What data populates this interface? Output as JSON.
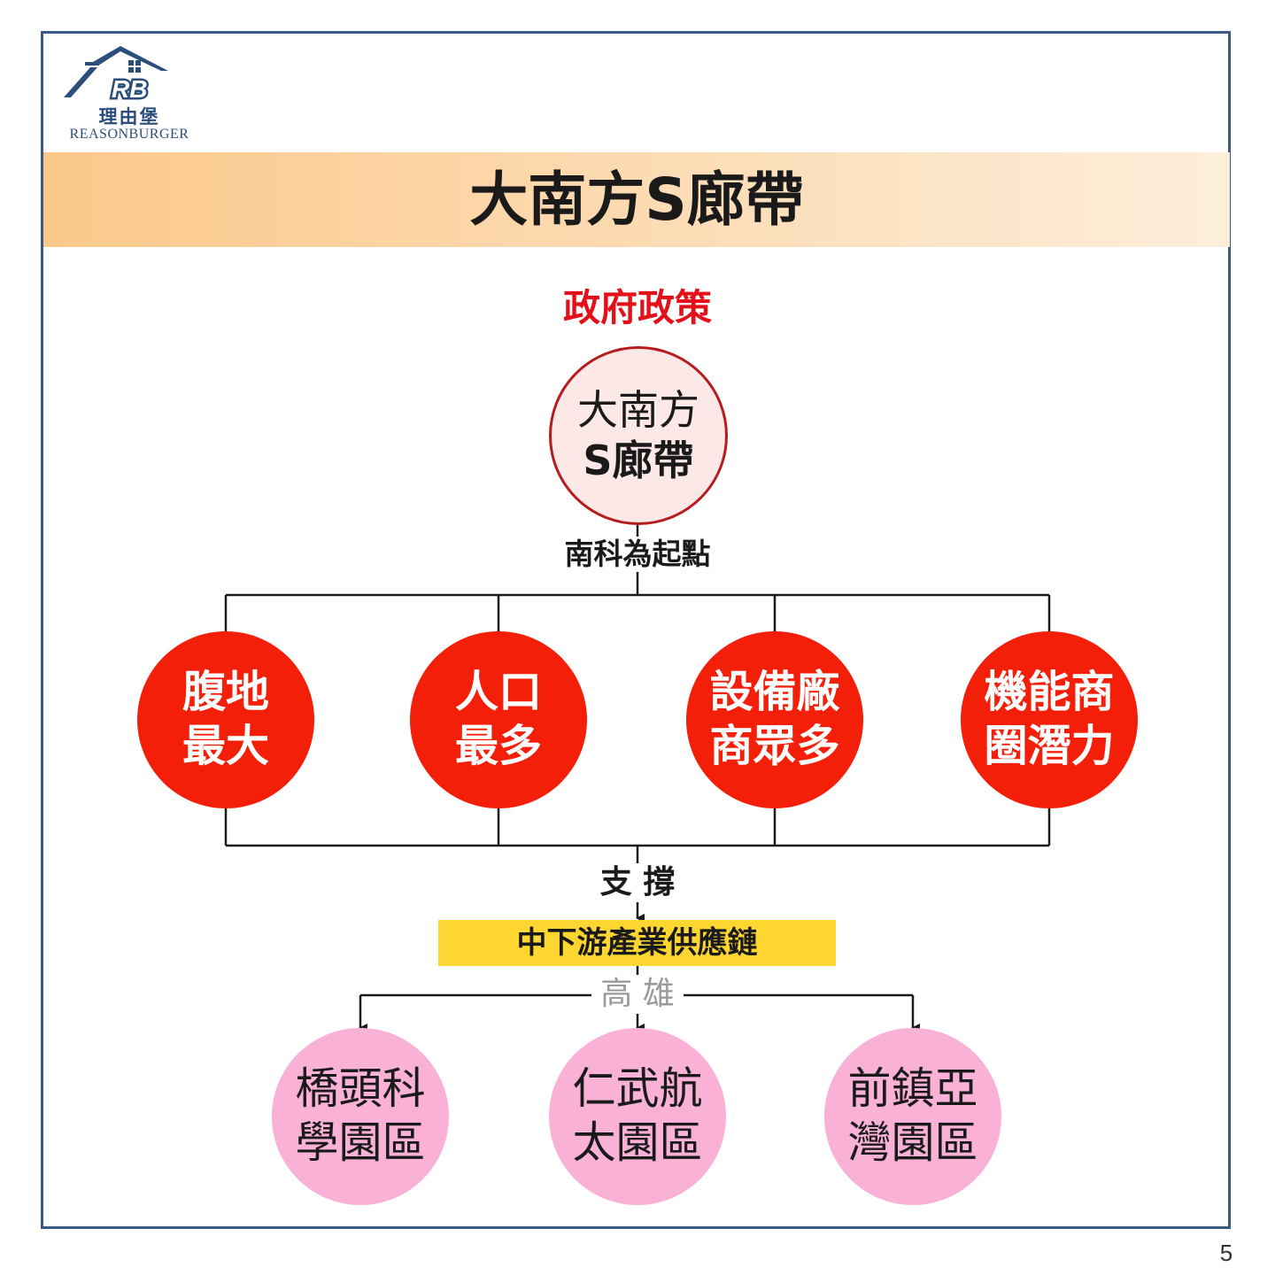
{
  "logo": {
    "chinese": "理由堡",
    "english": "REASONBURGER",
    "color": "#2b4e7c"
  },
  "title": "大南方S廊帶",
  "subtitle": "政府政策",
  "center_node": {
    "line1": "大南方",
    "line2": "S廊帶"
  },
  "start_label": "南科為起點",
  "factors": [
    {
      "line1": "腹地",
      "line2": "最大"
    },
    {
      "line1": "人口",
      "line2": "最多"
    },
    {
      "line1": "設備廠",
      "line2": "商眾多"
    },
    {
      "line1": "機能商",
      "line2": "圈潛力"
    }
  ],
  "support_label": "支 撐",
  "supply_chain": "中下游產業供應鏈",
  "city_label": "高 雄",
  "parks": [
    {
      "line1": "橋頭科",
      "line2": "學園區"
    },
    {
      "line1": "仁武航",
      "line2": "太園區"
    },
    {
      "line1": "前鎮亞",
      "line2": "灣園區"
    }
  ],
  "page_number": "5",
  "colors": {
    "frame": "#3a5a86",
    "title_band": "#fbc88a",
    "subtitle": "#e3101a",
    "factor_fill": "#f41f09",
    "park_fill": "#f9b1d6",
    "chain_fill": "#fdd631",
    "center_fill": "#fde8e8",
    "center_border": "#b71c1c"
  }
}
